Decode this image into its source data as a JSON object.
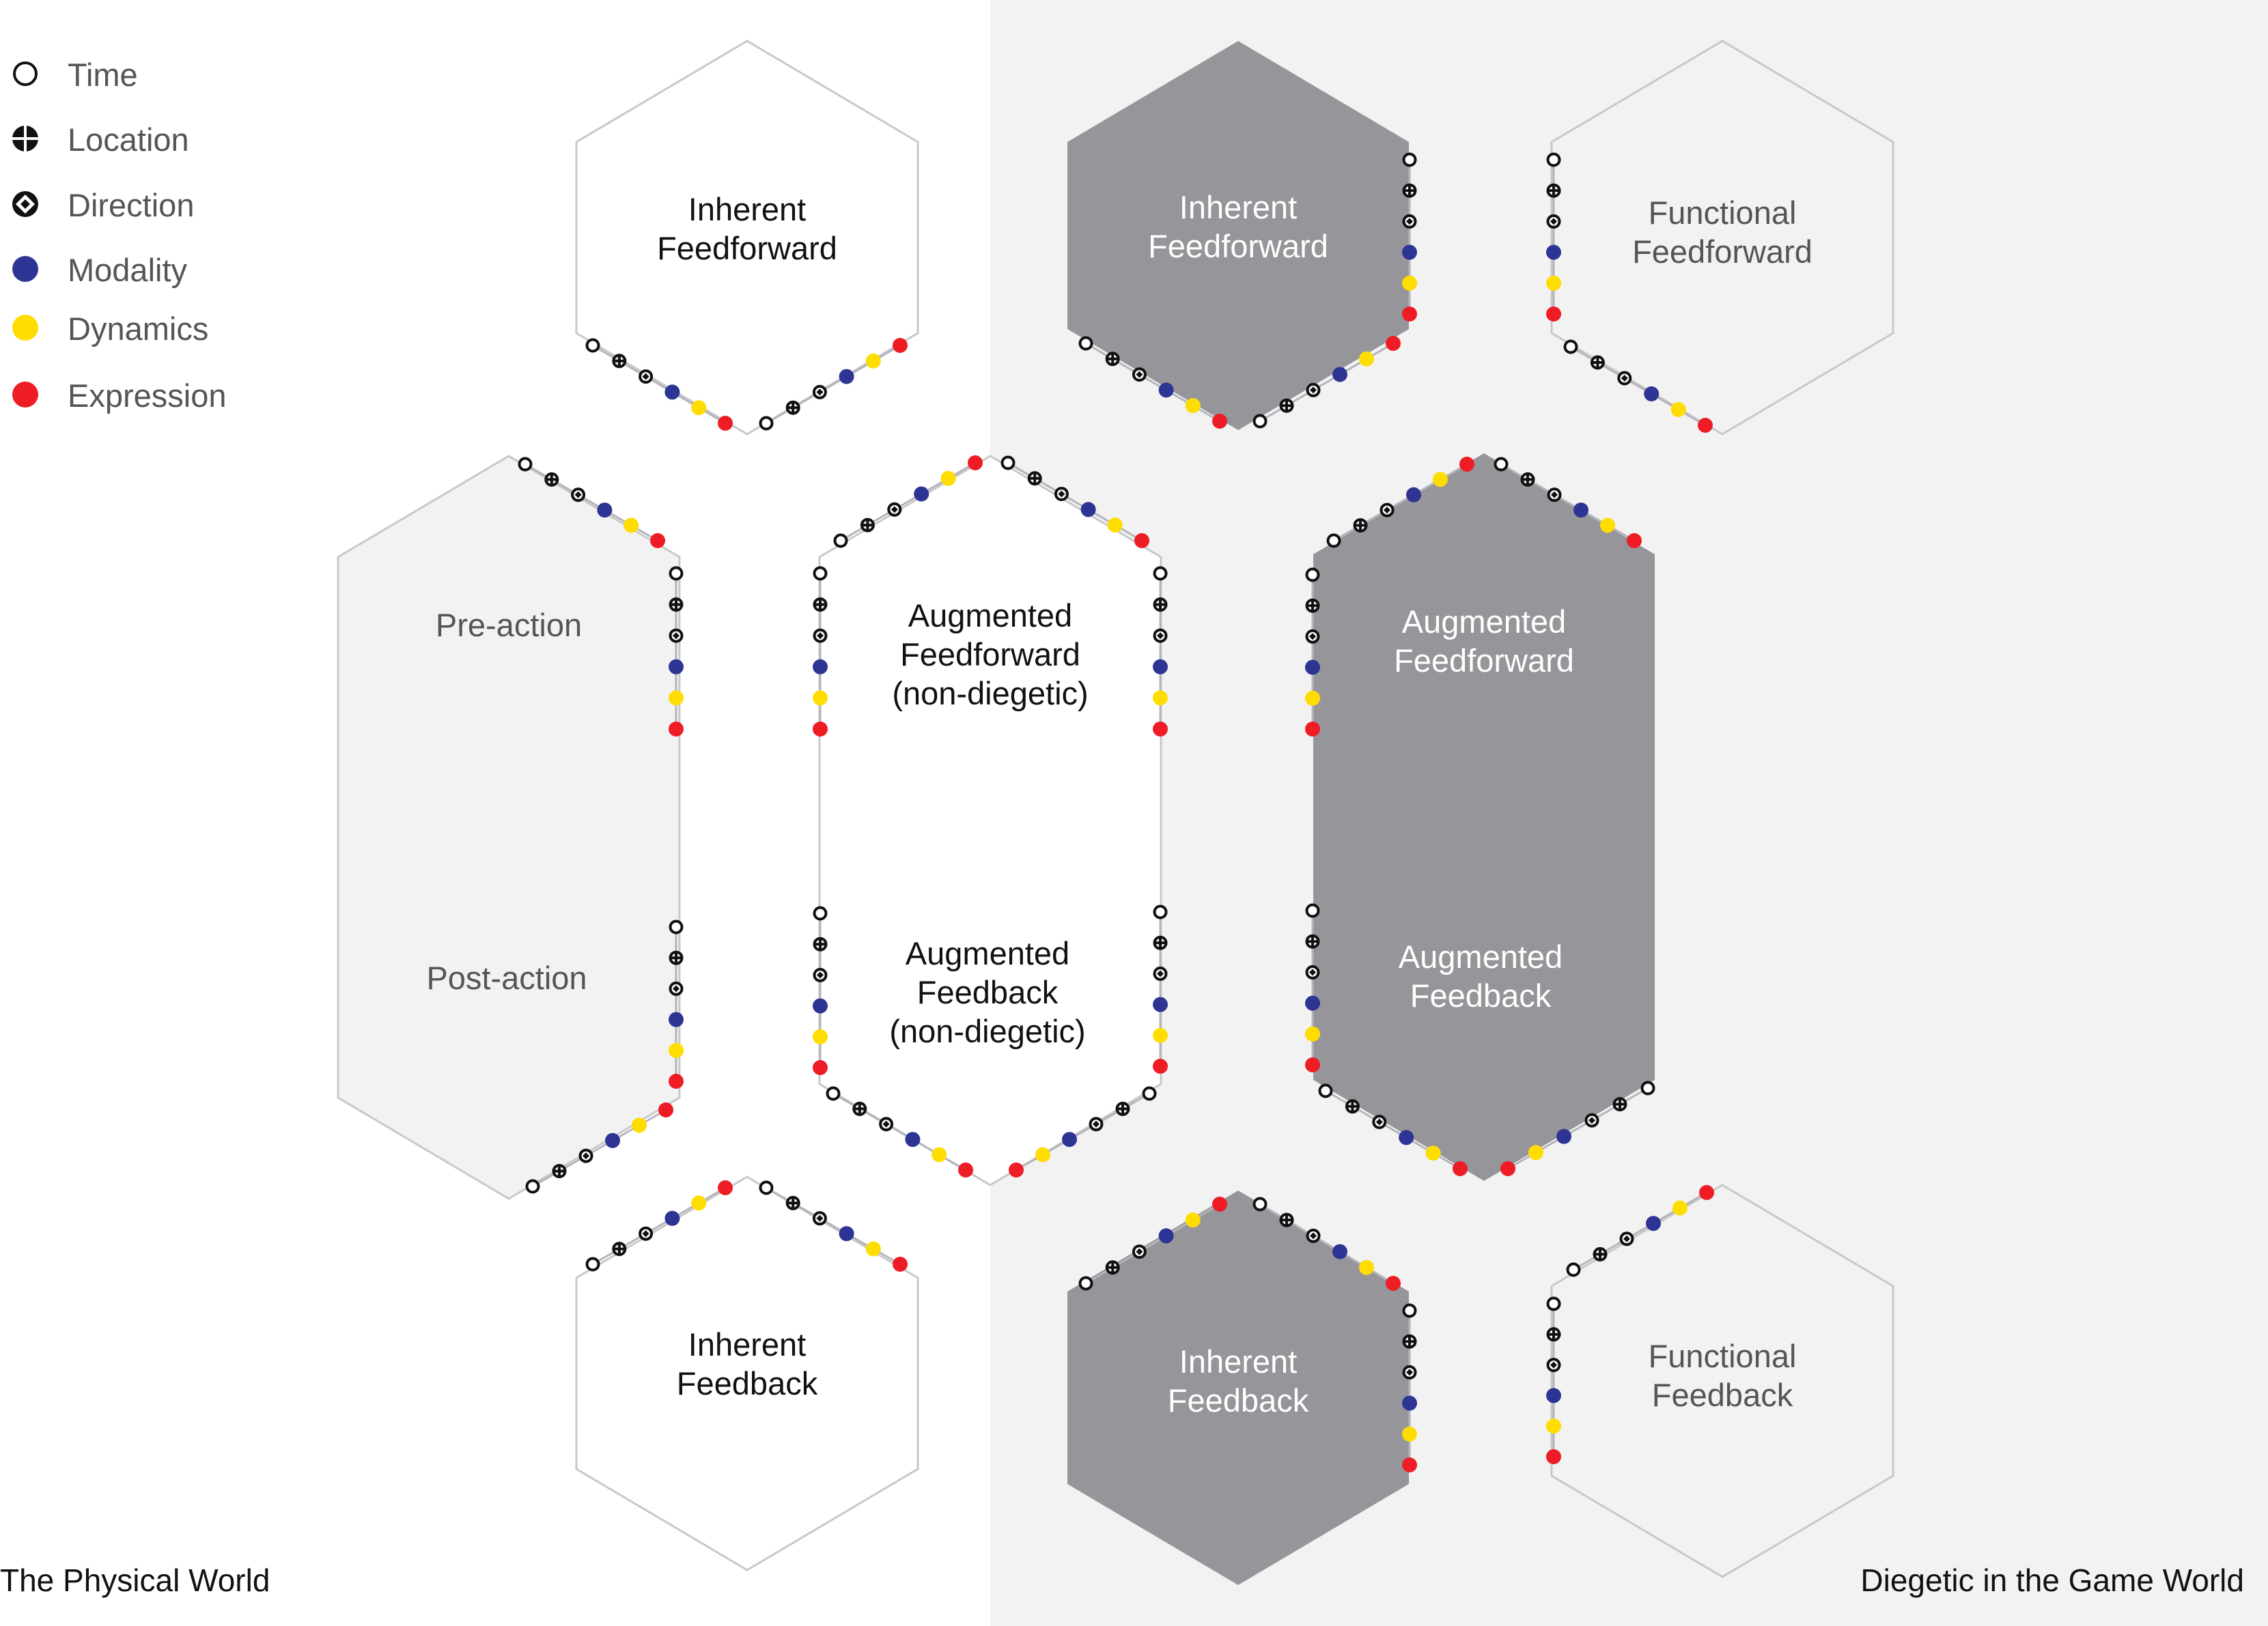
{
  "colors": {
    "background": "#ffffff",
    "game_world_panel": "#f2f2f2",
    "hex_outline": "#c8c8c8",
    "hex_dark_fill": "#96969a",
    "hex_light_fill": "#f2f2f2",
    "dot_link": "#b4b4bc",
    "modality": "#2e3494",
    "dynamics": "#ffdd00",
    "expression": "#ee1c25",
    "text_dark": "#111111",
    "text_gray": "#555555",
    "text_light": "#ffffff"
  },
  "legend": [
    {
      "label": "Time",
      "icon": "circle-icon"
    },
    {
      "label": "Location",
      "icon": "crosshair-icon"
    },
    {
      "label": "Direction",
      "icon": "diamond-icon"
    },
    {
      "label": "Modality",
      "icon": "blue-dot-icon"
    },
    {
      "label": "Dynamics",
      "icon": "yellow-dot-icon"
    },
    {
      "label": "Expression",
      "icon": "red-dot-icon"
    }
  ],
  "regions": {
    "left": "The Physical World",
    "right": "Diegetic in the Game World"
  },
  "hexagons": {
    "physical_inherent_feedforward": "Inherent\nFeedforward",
    "game_inherent_feedforward": "Inherent\nFeedforward",
    "game_functional_feedforward": "Functional\nFeedforward",
    "pre_action": "Pre-action",
    "post_action": "Post-action",
    "augmented_feedforward_nondiegetic": "Augmented\nFeedforward\n(non-diegetic)",
    "augmented_feedback_nondiegetic": "Augmented\nFeedback\n(non-diegetic)",
    "augmented_feedforward_diegetic": "Augmented\nFeedforward",
    "augmented_feedback_diegetic": "Augmented\nFeedback",
    "physical_inherent_feedback": "Inherent\nFeedback",
    "game_inherent_feedback": "Inherent\nFeedback",
    "game_functional_feedback": "Functional\nFeedback"
  }
}
